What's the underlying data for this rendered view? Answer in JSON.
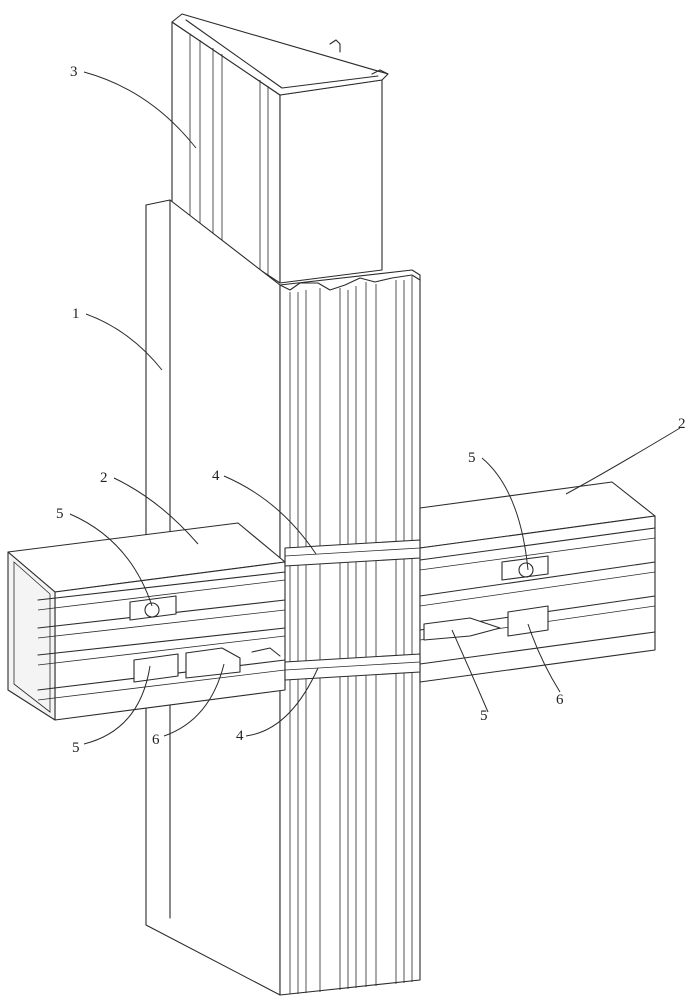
{
  "figure": {
    "background_color": "#ffffff",
    "line_color": "#2b2b2b",
    "callouts": [
      {
        "id": "label-1",
        "text": "1"
      },
      {
        "id": "label-2-left",
        "text": "2"
      },
      {
        "id": "label-2-right",
        "text": "2"
      },
      {
        "id": "label-3",
        "text": "3"
      },
      {
        "id": "label-4-upper",
        "text": "4"
      },
      {
        "id": "label-4-lower",
        "text": "4"
      },
      {
        "id": "label-5-left-upper",
        "text": "5"
      },
      {
        "id": "label-5-left-lower",
        "text": "5"
      },
      {
        "id": "label-5-right-upper",
        "text": "5"
      },
      {
        "id": "label-5-right-lower",
        "text": "5"
      },
      {
        "id": "label-6-left",
        "text": "6"
      },
      {
        "id": "label-6-right",
        "text": "6"
      }
    ]
  }
}
